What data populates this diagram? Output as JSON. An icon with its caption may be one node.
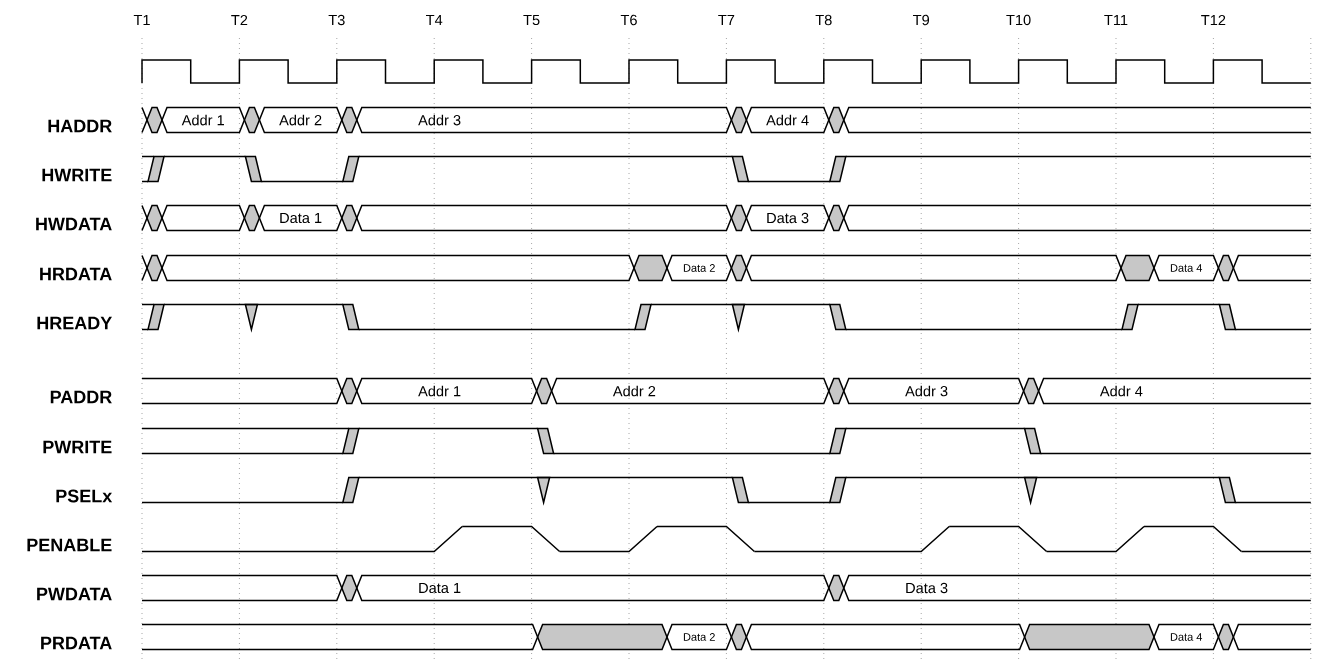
{
  "diagram": {
    "nodes": [
      {
        "text": [
          "Addr 1"
        ]
      },
      {
        "text": [
          "Addr 2"
        ]
      },
      {
        "text": [
          "Addr 3"
        ]
      },
      {
        "text": [
          "Addr 4"
        ]
      },
      {
        "text": [
          "Data 1"
        ]
      },
      {
        "text": [
          "Data 3"
        ]
      },
      {
        "text": [
          "Data 2"
        ]
      },
      {
        "text": [
          "Data 4"
        ]
      },
      {
        "text": [
          "Addr 1"
        ]
      },
      {
        "text": [
          "Addr 2"
        ]
      },
      {
        "text": [
          "Addr 3"
        ]
      },
      {
        "text": [
          "Addr 4"
        ]
      },
      {
        "text": [
          "Data 1"
        ]
      },
      {
        "text": [
          "Data 3"
        ]
      },
      {
        "text": [
          "Data 2"
        ]
      },
      {
        "text": [
          "Data 4"
        ]
      }
    ],
    "labels": [
      "T1",
      "T2",
      "T3",
      "T4",
      "T5",
      "T6",
      "T7",
      "T8",
      "T9",
      "T10",
      "T11",
      "T12",
      "HADDR",
      "HWRITE",
      "HWDATA",
      "HRDATA",
      "HREADY",
      "PADDR",
      "PWRITE",
      "PSELx",
      "PENABLE",
      "PWDATA",
      "PRDATA"
    ]
  }
}
